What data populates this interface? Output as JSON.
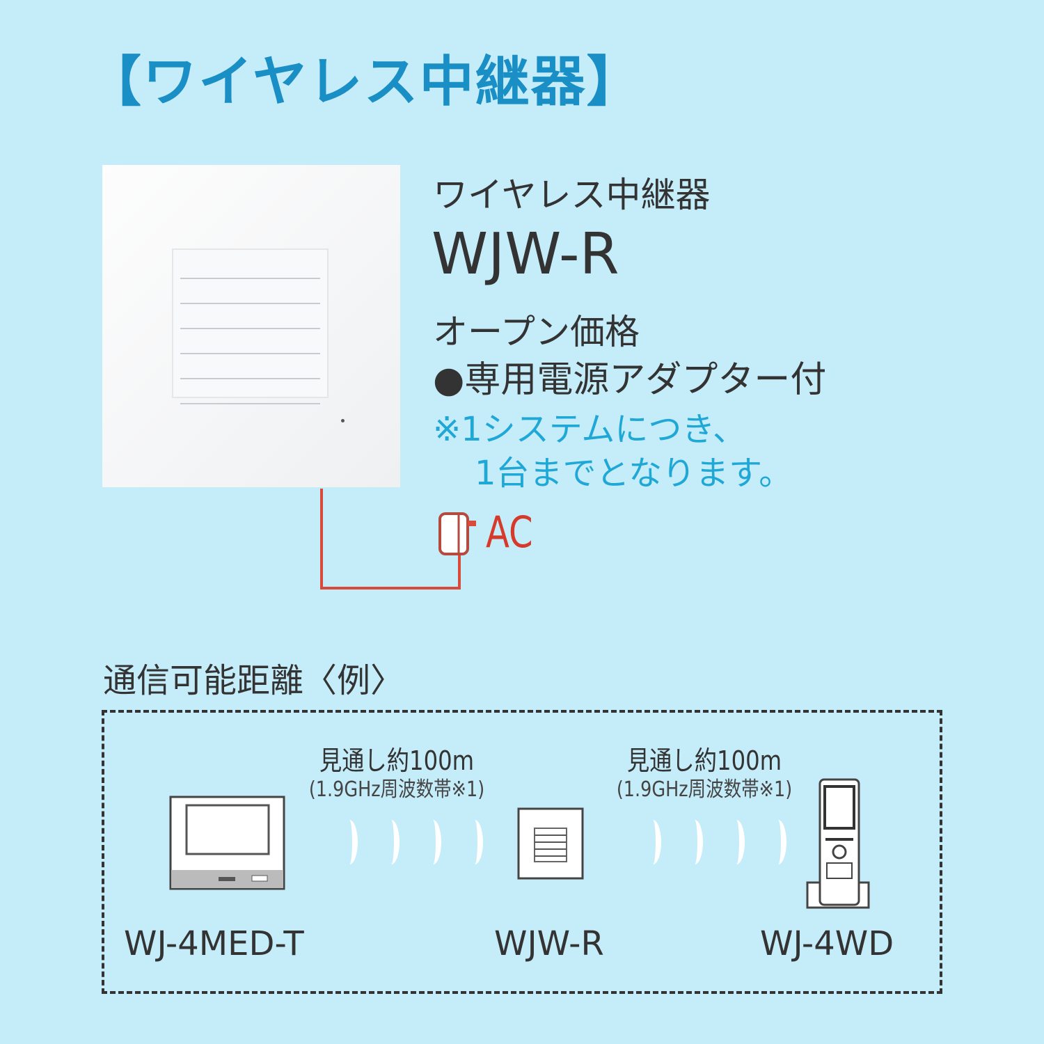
{
  "title": "【ワイヤレス中継器】",
  "product": {
    "name": "ワイヤレス中継器",
    "model": "WJW-R",
    "price": "オープン価格",
    "accessory": "●専用電源アダプター付",
    "note_line1": "※1システムにつき、",
    "note_line2": "1台までとなります。",
    "power_label": "AC"
  },
  "range": {
    "title": "通信可能距離〈例〉",
    "links": [
      {
        "distance": "見通し約100m",
        "frequency": "(1.9GHz周波数帯※1)"
      },
      {
        "distance": "見通し約100m",
        "frequency": "(1.9GHz周波数帯※1)"
      }
    ],
    "devices": [
      {
        "label": "WJ-4MED-T",
        "icon": "monitor-icon"
      },
      {
        "label": "WJW-R",
        "icon": "repeater-icon"
      },
      {
        "label": "WJ-4WD",
        "icon": "handset-icon"
      }
    ]
  },
  "colors": {
    "background": "#c5ecf9",
    "title": "#1a8fc6",
    "note": "#1fa7d6",
    "ac": "#d63a2a"
  }
}
